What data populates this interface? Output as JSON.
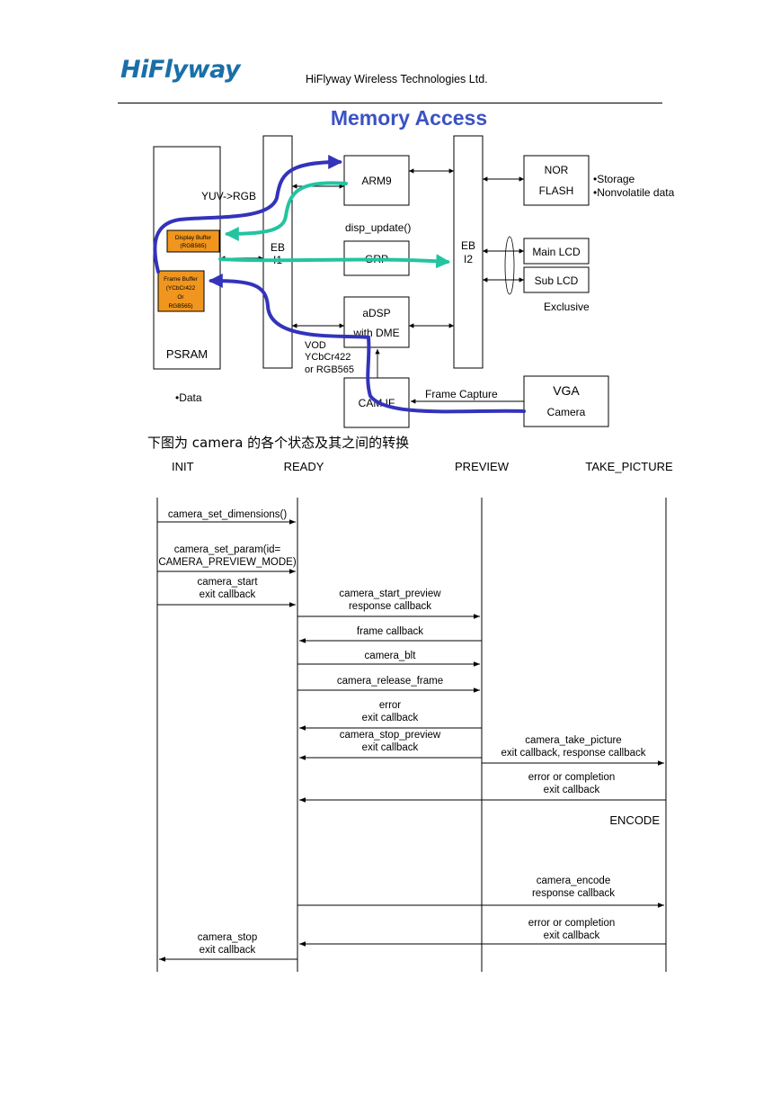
{
  "header": {
    "logo_text": "HiFlyway",
    "company": "HiFlyway Wireless Technologies Ltd."
  },
  "memory_diagram": {
    "title": "Memory Access",
    "psram": "PSRAM",
    "ebi1": [
      "EB",
      "I1"
    ],
    "ebi2": [
      "EB",
      "I2"
    ],
    "yuv_rgb": "YUV->RGB",
    "display_buffer": [
      "Display Buffer",
      "(RGB565)"
    ],
    "frame_buffer": [
      "Frame Buffer",
      "(YCbCr422",
      "Or",
      "RGB565)"
    ],
    "arm9": "ARM9",
    "disp_update": "disp_update()",
    "grp": "GRP",
    "adsp": [
      "aDSP",
      "with DME"
    ],
    "vod": [
      "VOD",
      "YCbCr422",
      "or RGB565"
    ],
    "cam_if": "CAM IF",
    "frame_capture": "Frame Capture",
    "vga_camera": [
      "VGA",
      "Camera"
    ],
    "nor_flash": [
      "NOR",
      "FLASH"
    ],
    "storage_notes": [
      "•Storage",
      "•Nonvolatile data"
    ],
    "main_lcd": "Main LCD",
    "sub_lcd": "Sub LCD",
    "exclusive": "Exclusive",
    "data_note": "•Data"
  },
  "caption": "下图为 camera 的各个状态及其之间的转换",
  "state_diagram": {
    "states": [
      "INIT",
      "READY",
      "PREVIEW",
      "TAKE_PICTURE"
    ],
    "encode": "ENCODE",
    "messages": [
      {
        "lines": [
          "camera_set_dimensions()"
        ]
      },
      {
        "lines": [
          "camera_set_param(id=",
          "CAMERA_PREVIEW_MODE)"
        ]
      },
      {
        "lines": [
          "camera_start",
          "exit callback"
        ]
      },
      {
        "lines": [
          "camera_start_preview",
          "response callback"
        ]
      },
      {
        "lines": [
          "frame callback"
        ]
      },
      {
        "lines": [
          "camera_blt"
        ]
      },
      {
        "lines": [
          "camera_release_frame"
        ]
      },
      {
        "lines": [
          "error",
          "exit callback"
        ]
      },
      {
        "lines": [
          "camera_stop_preview",
          "exit callback"
        ]
      },
      {
        "lines": [
          "camera_take_picture",
          "exit callback, response callback"
        ]
      },
      {
        "lines": [
          "error or completion",
          "exit callback"
        ]
      },
      {
        "lines": [
          "camera_encode",
          "response callback"
        ]
      },
      {
        "lines": [
          "error or completion",
          "exit callback"
        ]
      },
      {
        "lines": [
          "camera_stop",
          "exit callback"
        ]
      }
    ]
  }
}
